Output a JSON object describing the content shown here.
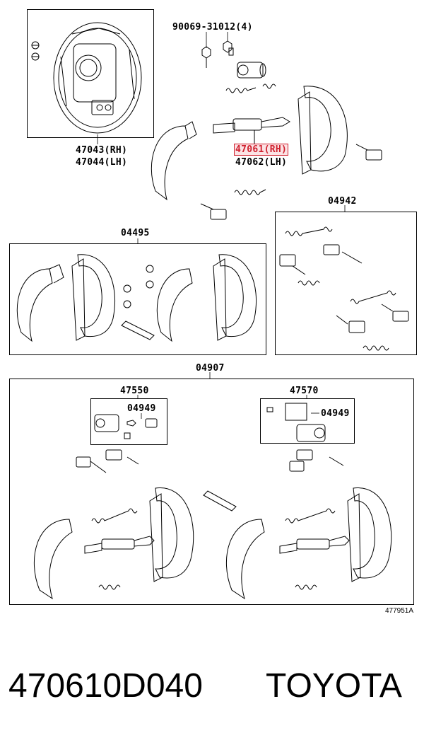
{
  "labels": {
    "screws": "90069-31012(4)",
    "backing_plate_rh": "47043(RH)",
    "backing_plate_lh": "47044(LH)",
    "adjuster_rh": "47061(RH)",
    "adjuster_lh": "47062(LH)",
    "kit_04495": "04495",
    "kit_04942": "04942",
    "kit_04907": "04907",
    "cylinder_47550": "47550",
    "kit_04949_left": "04949",
    "cylinder_47570": "47570",
    "kit_04949_right": "04949",
    "illustration_code": "477951A"
  },
  "footer": {
    "part_number": "470610D040",
    "brand": "TOYOTA"
  },
  "highlight_color": "#d0202e"
}
